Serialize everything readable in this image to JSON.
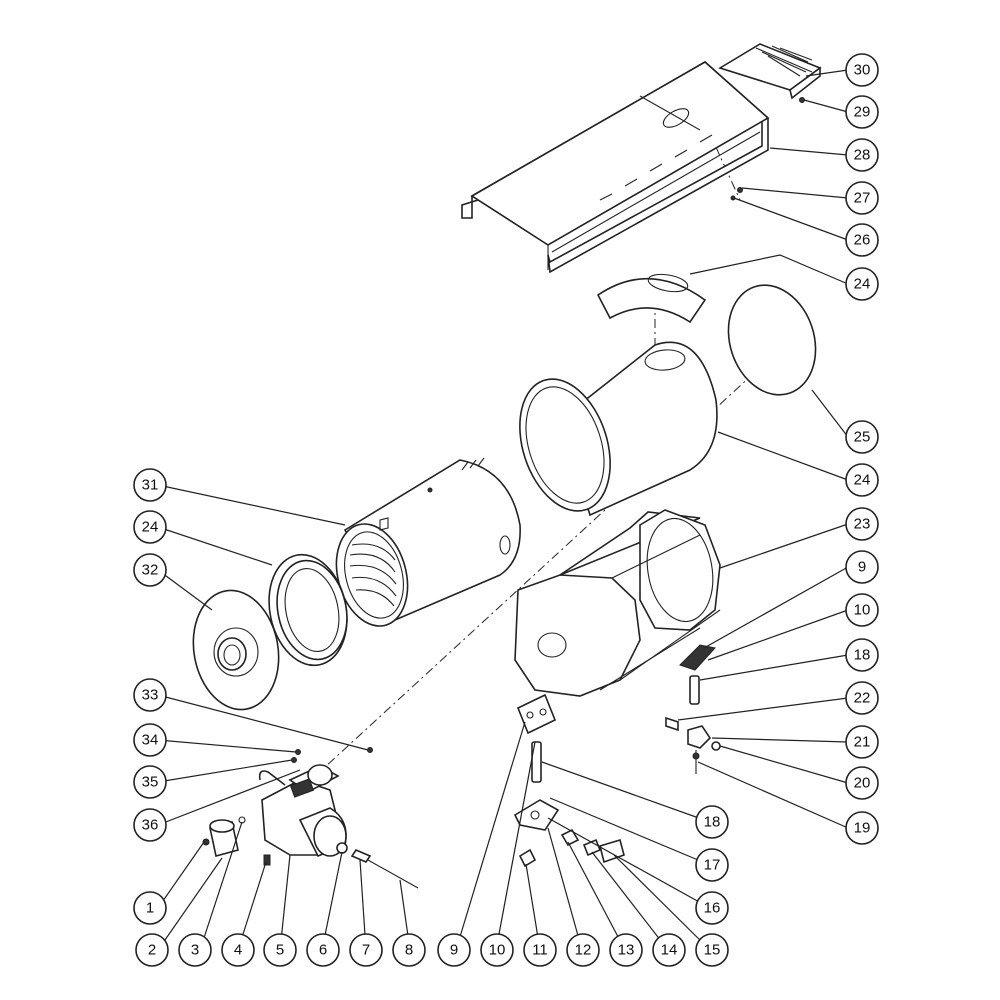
{
  "header": {
    "title": ""
  },
  "callouts": [
    "1",
    "2",
    "3",
    "4",
    "5",
    "6",
    "7",
    "8",
    "9",
    "10",
    "11",
    "12",
    "13",
    "14",
    "15",
    "16",
    "17",
    "18",
    "19",
    "20",
    "21",
    "22",
    "23",
    "24",
    "25",
    "26",
    "27",
    "28",
    "29",
    "30",
    "31",
    "32",
    "33",
    "34",
    "35",
    "36"
  ],
  "colors": {
    "ink": "#222222",
    "paper": "#ffffff"
  }
}
